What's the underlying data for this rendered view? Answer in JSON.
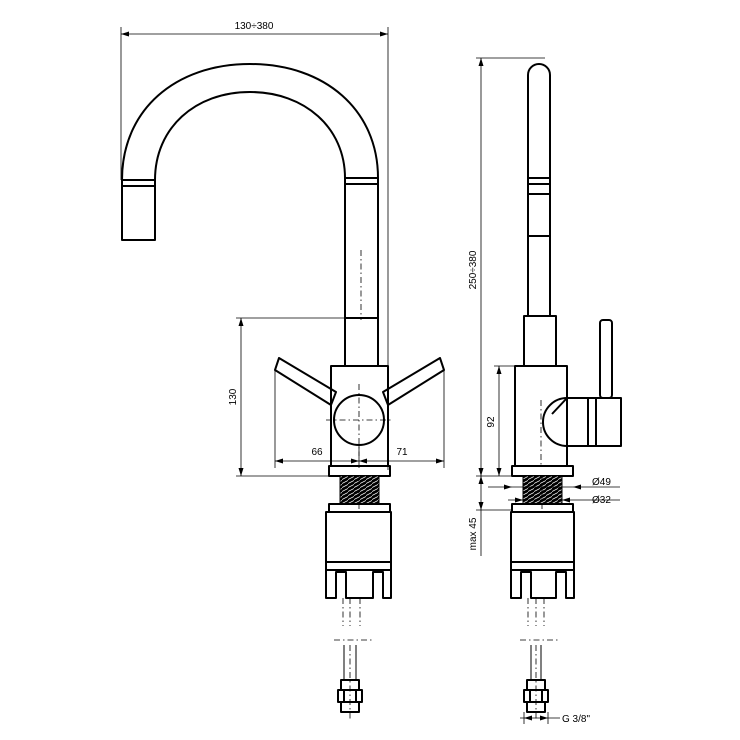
{
  "front_view": {
    "spout_reach": "130÷380",
    "body_height": "130",
    "lever_left": "66",
    "lever_right": "71"
  },
  "side_view": {
    "total_height": "250÷380",
    "handle_height": "92",
    "base_diameter": "Ø49",
    "shank_diameter": "Ø32",
    "max_countertop": "max 45",
    "hose_thread": "G 3/8\""
  }
}
